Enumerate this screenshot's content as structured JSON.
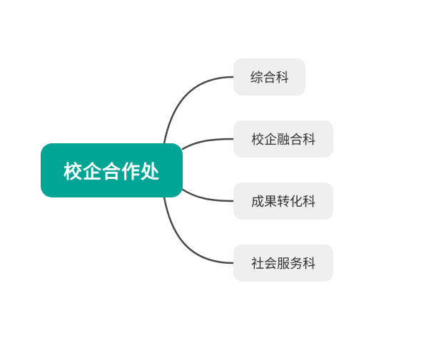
{
  "diagram": {
    "type": "mind-map",
    "root": {
      "label": "校企合作处",
      "color": "#00a596",
      "text_color": "#ffffff"
    },
    "children": [
      {
        "label": "综合科"
      },
      {
        "label": "校企融合科"
      },
      {
        "label": "成果转化科"
      },
      {
        "label": "社会服务科"
      }
    ],
    "child_color": "#efefef",
    "child_text_color": "#333333",
    "connector_color": "#4a4a4a"
  }
}
